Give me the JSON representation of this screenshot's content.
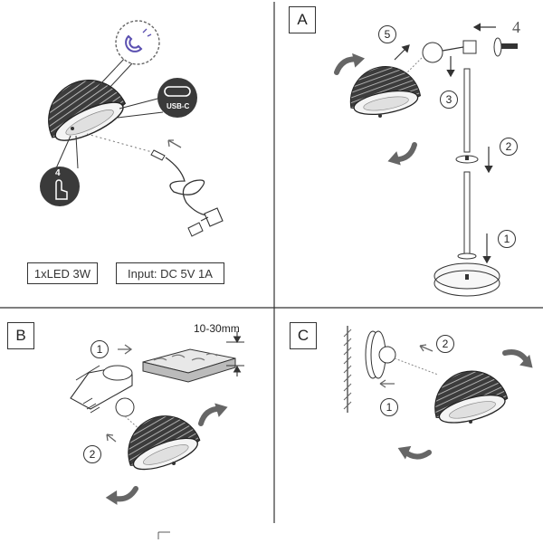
{
  "panel_top_left": {
    "usb_label": "USB-C",
    "touch_digit": "4",
    "spec_led": "1xLED 3W",
    "spec_input": "Input: DC 5V 1A"
  },
  "panel_a": {
    "letter": "A",
    "steps": [
      "5",
      "4",
      "3",
      "2",
      "1"
    ]
  },
  "panel_b": {
    "letter": "B",
    "range": "10-30mm",
    "steps": [
      "1",
      "2"
    ]
  },
  "panel_c": {
    "letter": "C",
    "steps": [
      "2",
      "1"
    ]
  },
  "colors": {
    "line": "#333333",
    "icon_bg": "#3a3a3a",
    "magnet_stroke": "#5a4fb0"
  }
}
